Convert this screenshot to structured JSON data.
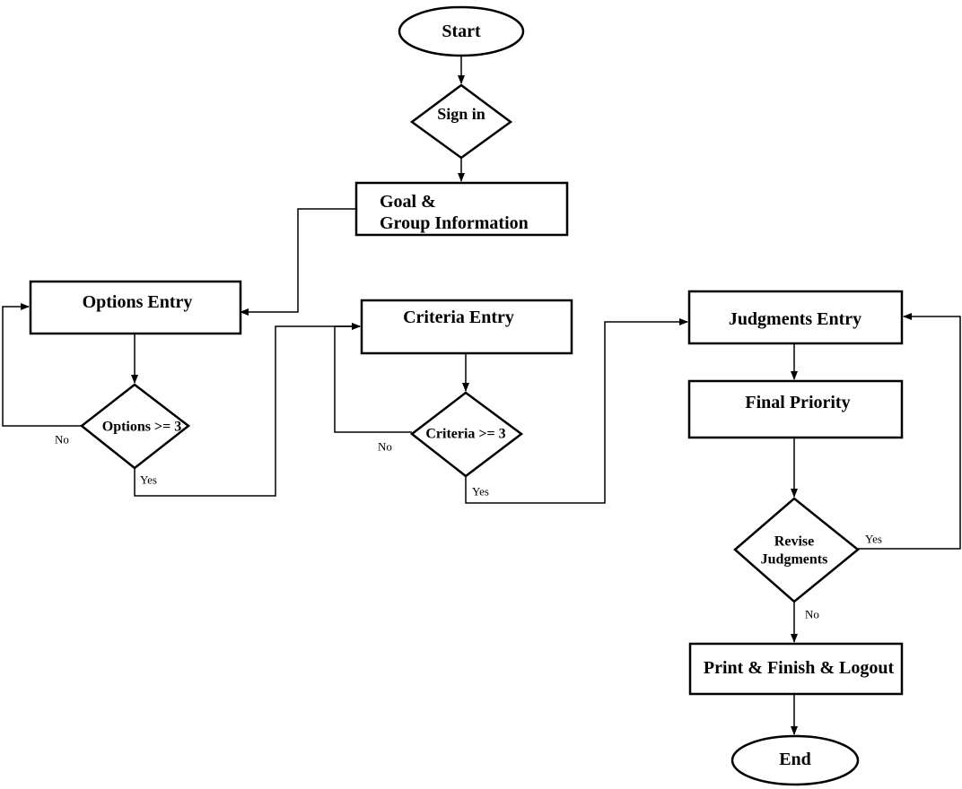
{
  "nodes": {
    "start": "Start",
    "sign_in": "Sign in",
    "goal_line1": "Goal &",
    "goal_line2": "Group Information",
    "options_entry": "Options Entry",
    "options_check": "Options >= 3",
    "criteria_entry": "Criteria Entry",
    "criteria_check": "Criteria >= 3",
    "judgments_entry": "Judgments Entry",
    "final_priority": "Final Priority",
    "revise_line1": "Revise",
    "revise_line2": "Judgments",
    "print_finish": "Print & Finish & Logout",
    "end": "End"
  },
  "edges": {
    "options_no": "No",
    "options_yes": "Yes",
    "criteria_no": "No",
    "criteria_yes": "Yes",
    "revise_yes": "Yes",
    "revise_no": "No"
  }
}
